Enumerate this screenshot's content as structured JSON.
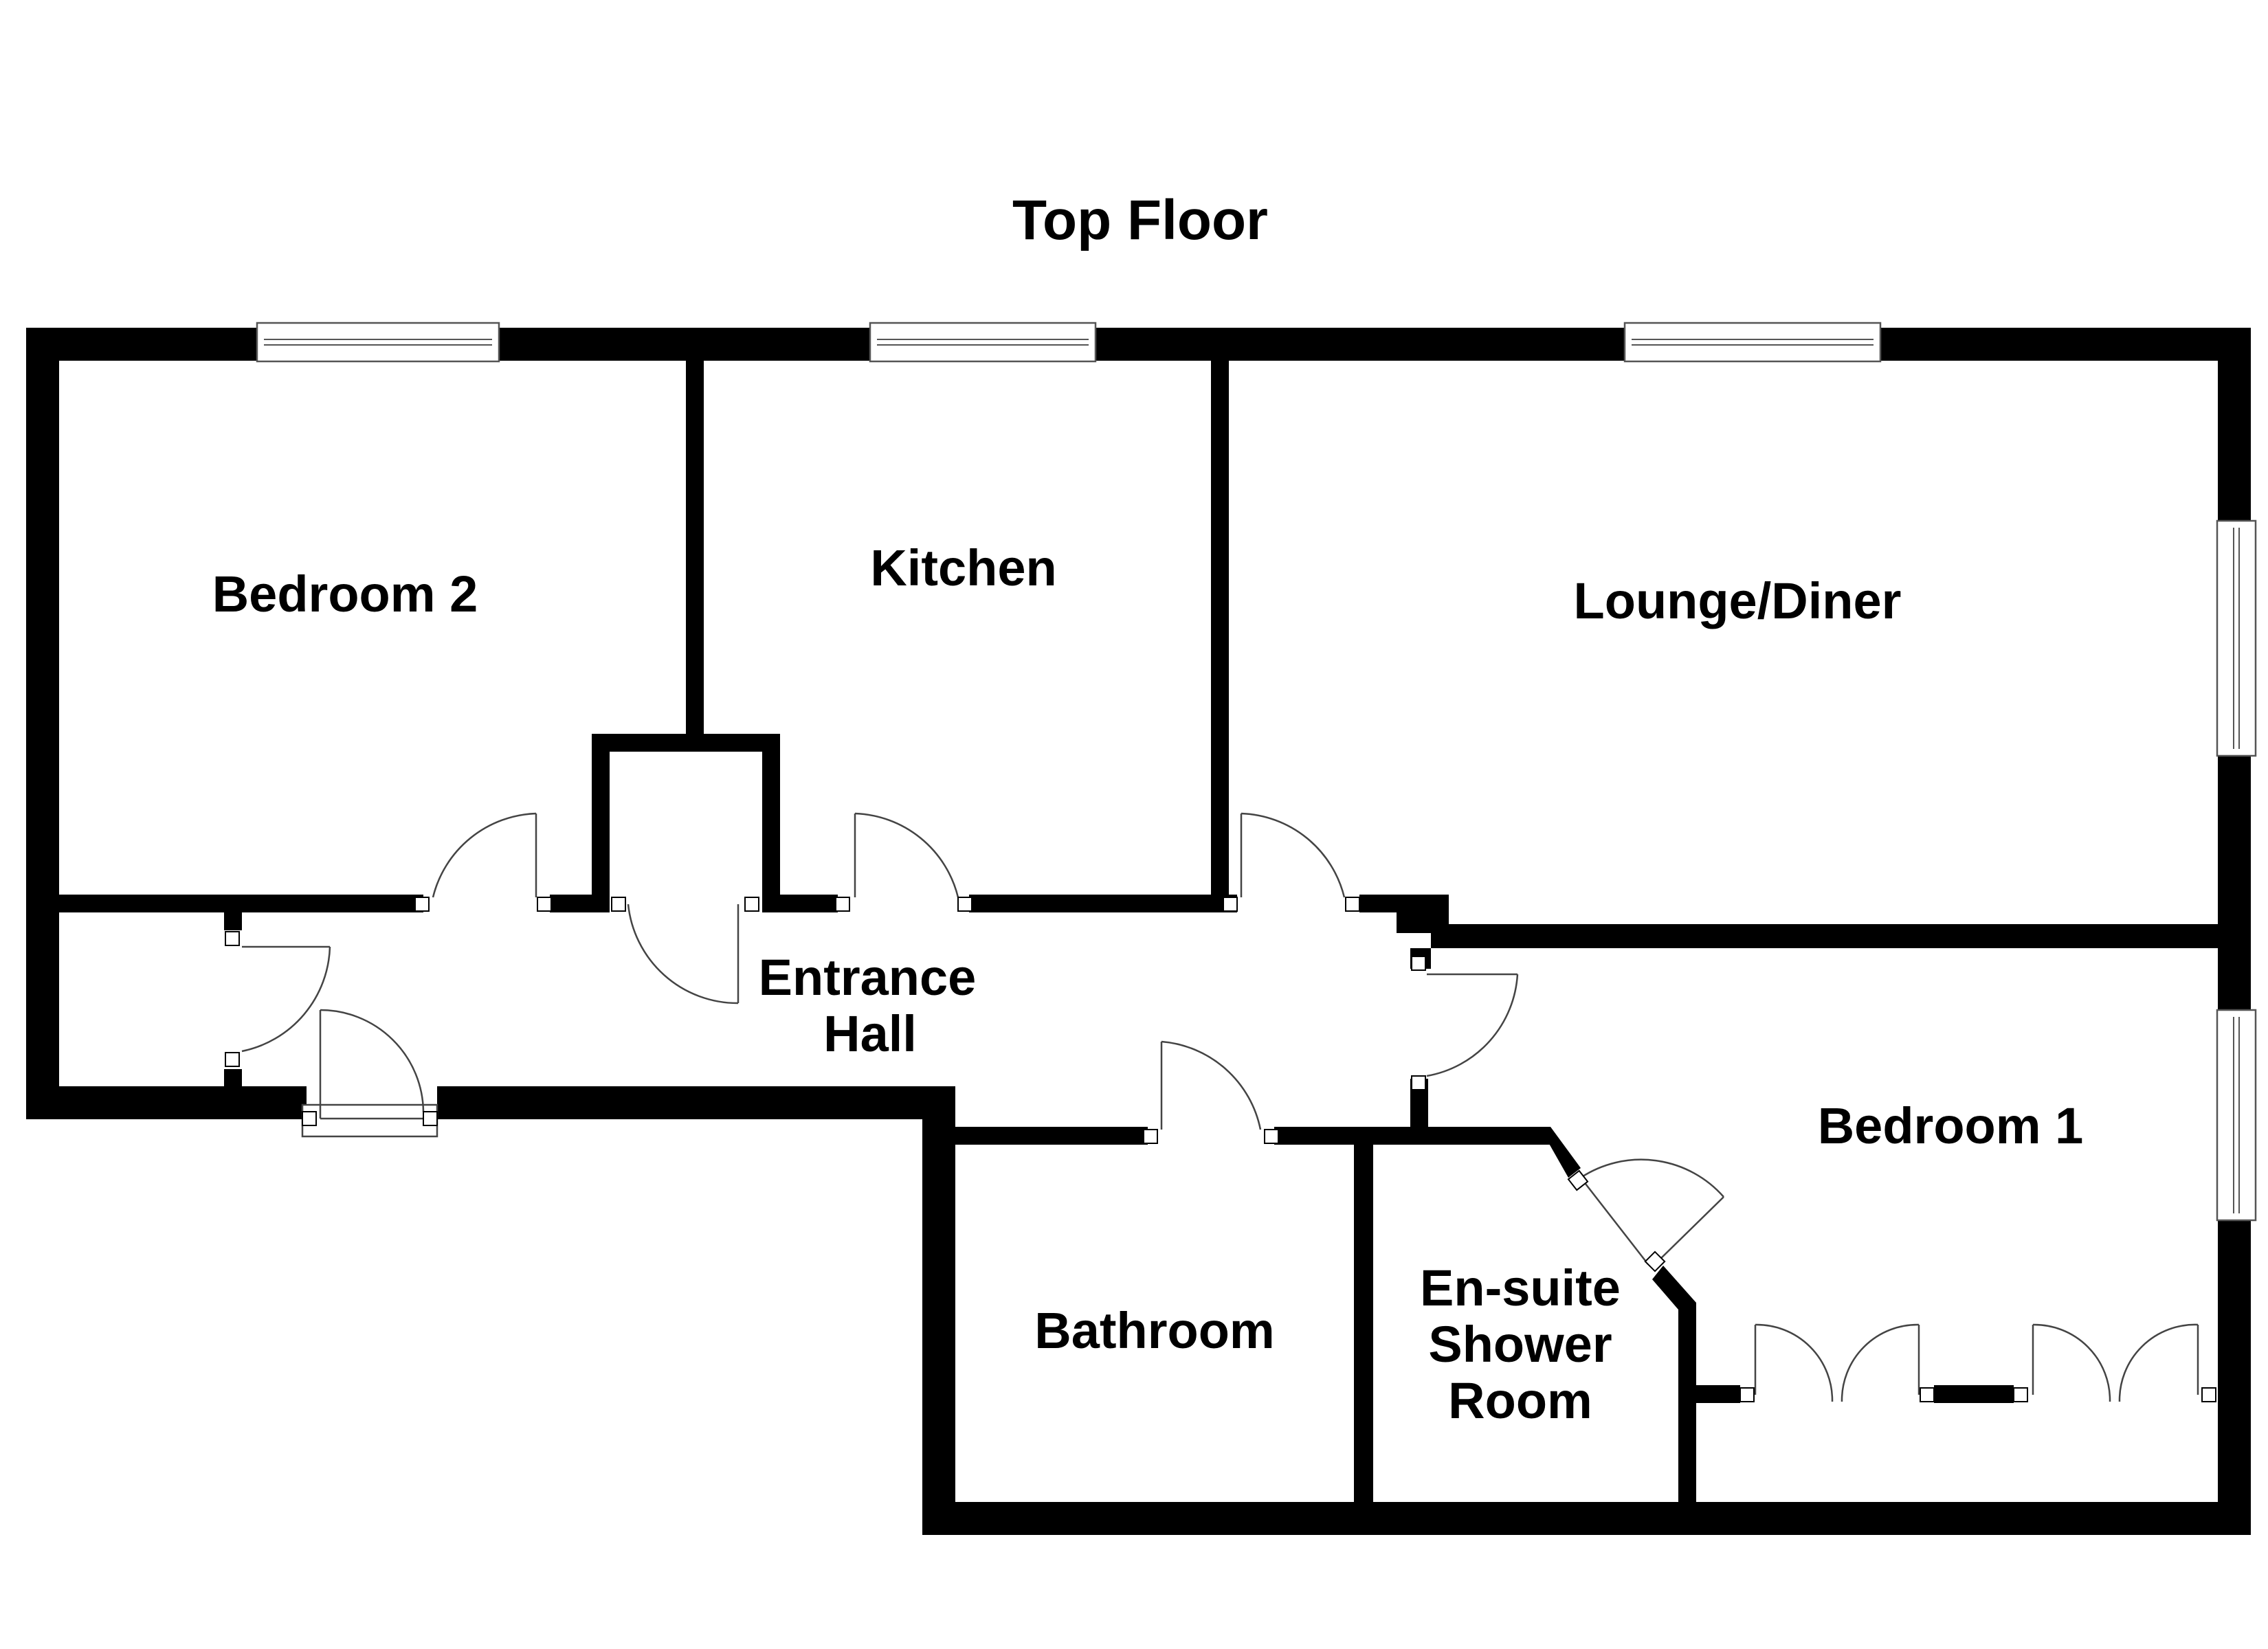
{
  "title": "Top Floor",
  "rooms": {
    "bedroom_2": "Bedroom 2",
    "kitchen": "Kitchen",
    "lounge_diner": "Lounge/Diner",
    "entrance_hall": [
      "Entrance",
      "Hall"
    ],
    "bedroom_1": "Bedroom 1",
    "bathroom": "Bathroom",
    "ensuite": [
      "En-suite",
      "Shower",
      "Room"
    ]
  },
  "colors": {
    "wall": "#000000",
    "background": "#ffffff",
    "fixture_line": "#444444"
  }
}
